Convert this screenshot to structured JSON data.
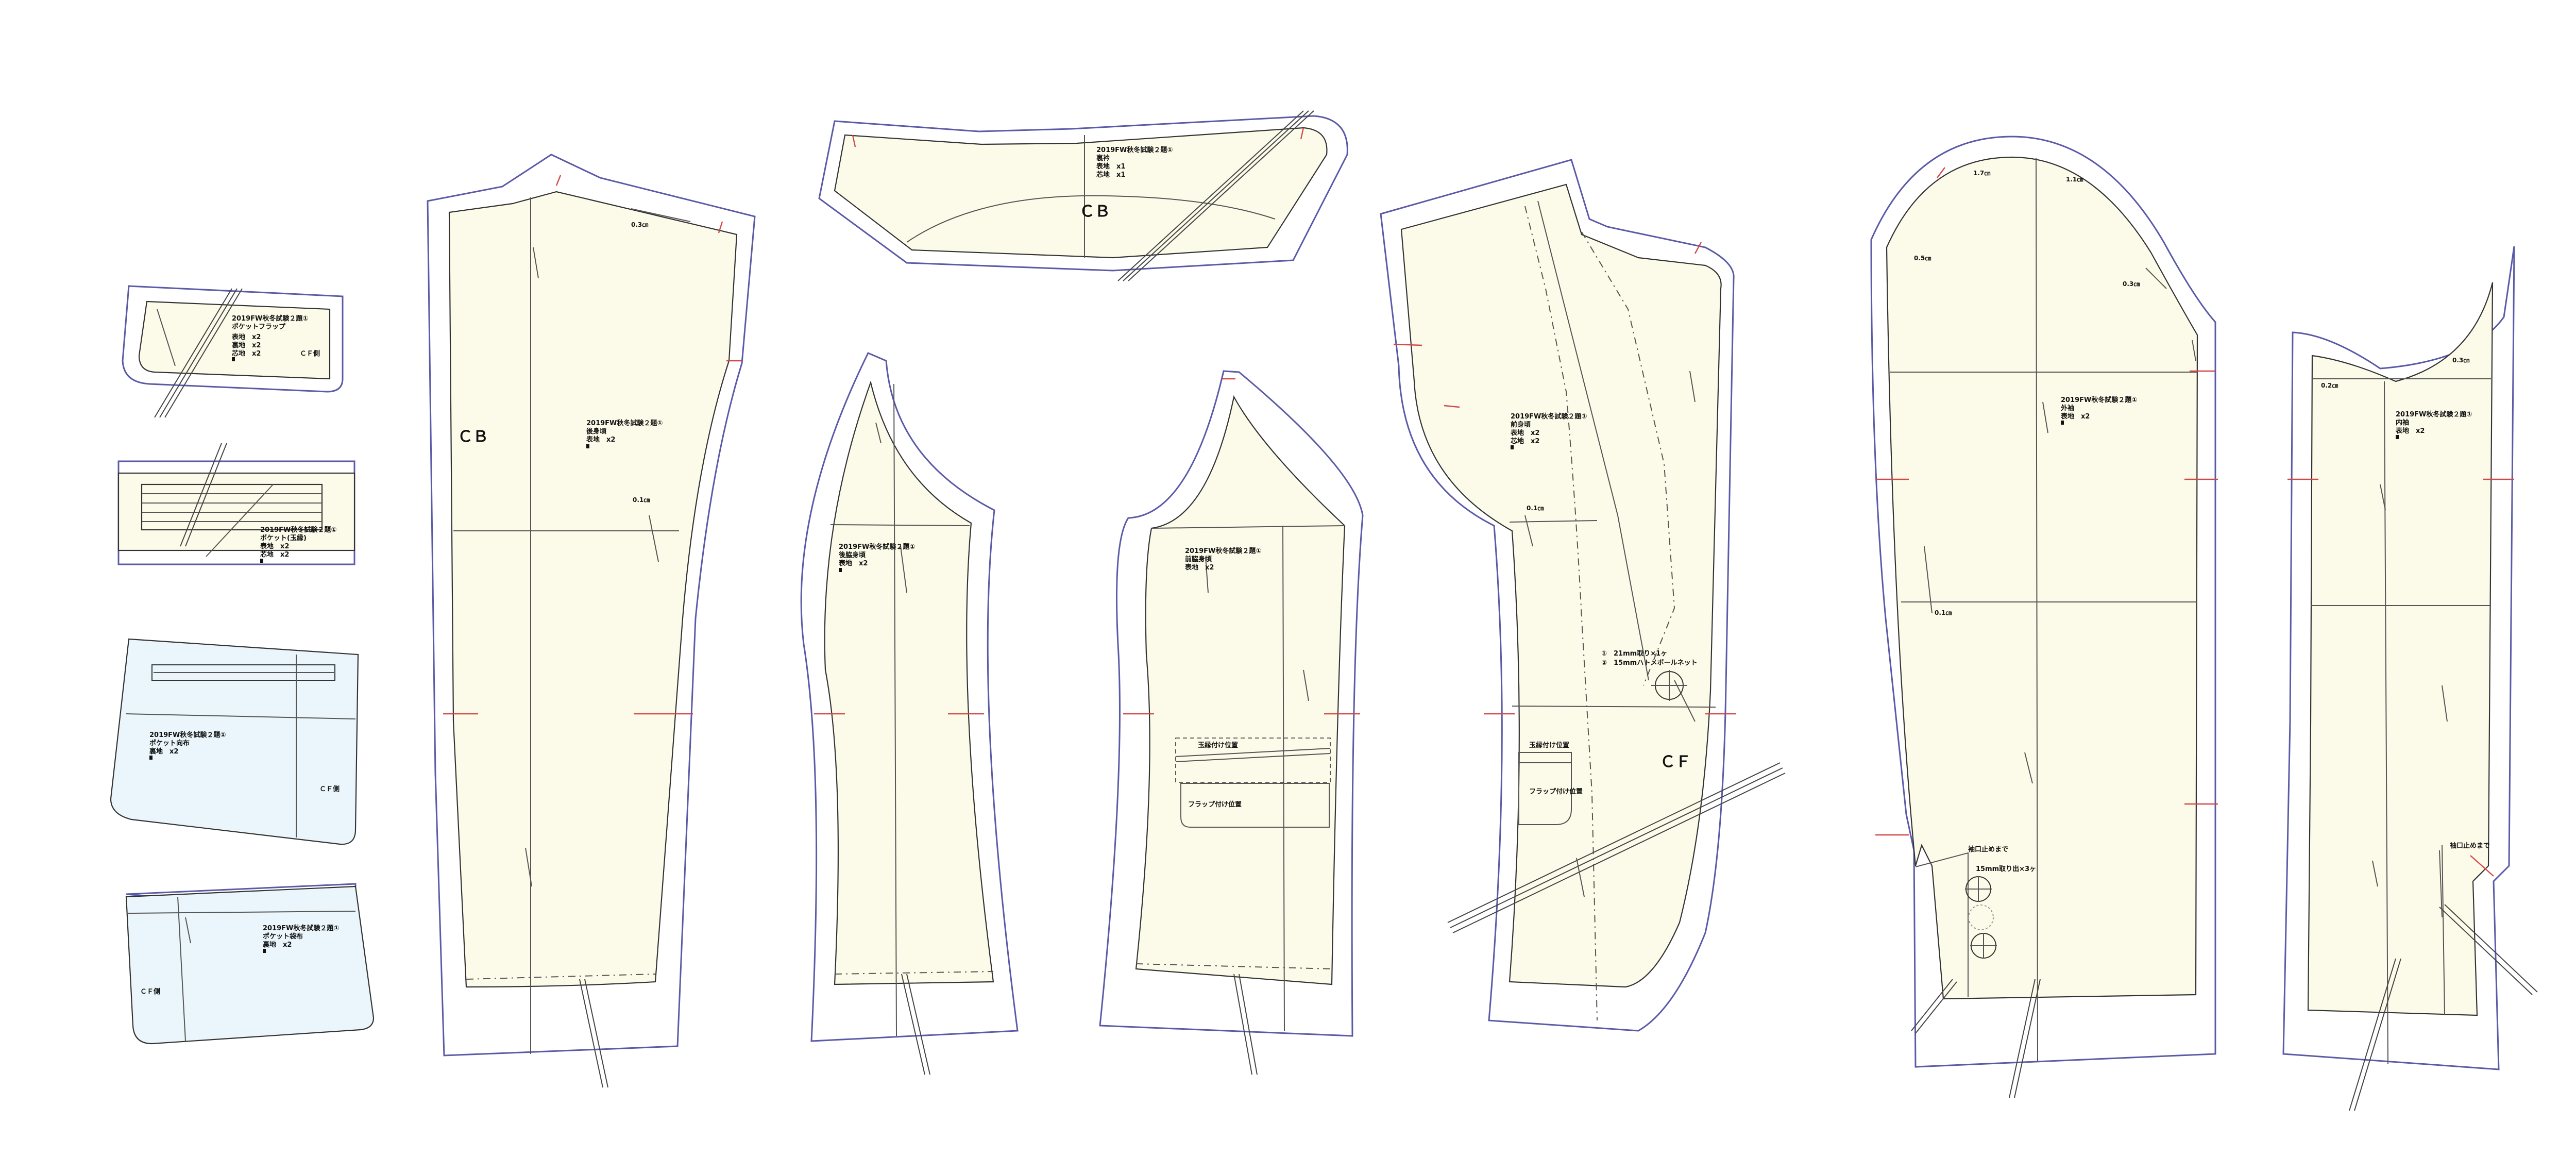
{
  "pieces": {
    "pocket_flap": {
      "title": "2019FW秋冬試験２題①",
      "name": "ポケットフラップ",
      "lines": [
        "表地　x2",
        "裏地　x2",
        "芯地　x2"
      ],
      "label": "ＣＦ側"
    },
    "pocket_welt": {
      "title": "2019FW秋冬試験２題①",
      "name": "ポケット(玉縁)",
      "lines": [
        "表地　x2",
        "芯地　x2"
      ]
    },
    "pocket_bag_lining": {
      "title": "2019FW秋冬試験２題①",
      "name": "ポケット向布",
      "lines": [
        "裏地　x2"
      ],
      "label": "ＣＦ側"
    },
    "pocket_bag": {
      "title": "2019FW秋冬試験２題①",
      "name": "ポケット袋布",
      "lines": [
        "裏地　x2"
      ],
      "label": "ＣＦ側"
    },
    "back_body": {
      "title": "2019FW秋冬試験２題①",
      "name": "後身頃",
      "lines": [
        "表地　x2"
      ],
      "label": "ＣＢ",
      "mark": "0.1㎝",
      "mark2": "0.3㎝"
    },
    "collar": {
      "title": "2019FW秋冬試験２題①",
      "name": "裏衿",
      "lines": [
        "表地　x1",
        "芯地　x1"
      ],
      "label": "ＣＢ"
    },
    "side_back": {
      "title": "2019FW秋冬試験２題①",
      "name": "後脇身頃",
      "lines": [
        "表地　x2"
      ]
    },
    "side_front": {
      "title": "2019FW秋冬試験２題①",
      "name": "前脇身頃",
      "lines": [
        "表地　x2"
      ],
      "note1": "玉縁付け位置",
      "note2": "フラップ付け位置"
    },
    "front_body": {
      "title": "2019FW秋冬試験２題①",
      "name": "前身頃",
      "lines": [
        "表地　x2",
        "芯地　x2"
      ],
      "label": "ＣＦ",
      "note1": "玉縁付け位置",
      "note2": "フラップ付け位置",
      "btn1": "①　21mm取り×1ヶ",
      "btn2": "②　15mmハトメボールネット",
      "mark": "0.1㎝"
    },
    "top_sleeve": {
      "title": "2019FW秋冬試験２題①",
      "name": "外袖",
      "lines": [
        "表地　x2"
      ],
      "m1": "1.7㎝",
      "m2": "1.1㎝",
      "m3": "0.5㎝",
      "m4": "0.3㎝",
      "m5": "0.1㎝",
      "note1": "袖口止めまで",
      "note2": "15mm取り出×3ヶ"
    },
    "under_sleeve": {
      "title": "2019FW秋冬試験２題①",
      "name": "内袖",
      "lines": [
        "表地　x2"
      ],
      "m1": "0.2㎝",
      "m2": "0.3㎝",
      "note": "袖口止めまで"
    }
  }
}
